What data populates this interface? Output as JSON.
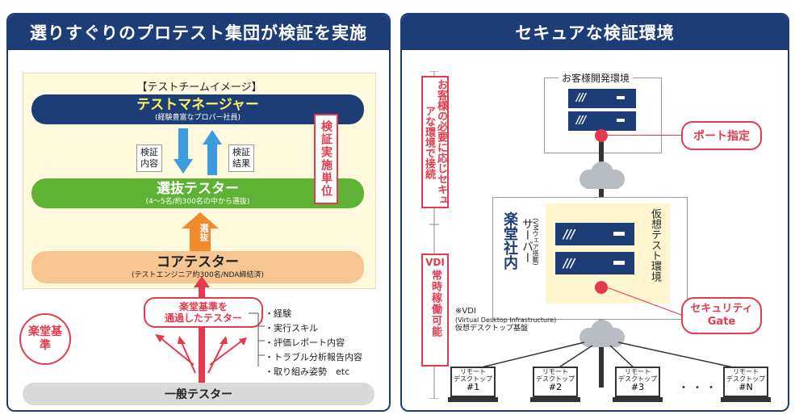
{
  "left": {
    "header": "選りすぐりのプロテスト集団が検証を実施",
    "team_title": "【テストチームイメージ】",
    "manager": {
      "title": "テストマネージャー",
      "sub": "(経験豊富なプロパー社員)"
    },
    "verify_content": [
      "検証",
      "内容"
    ],
    "verify_result": [
      "検証",
      "結果"
    ],
    "unit_label": "検証実施単位",
    "selected": {
      "title": "選抜テスター",
      "sub": "(4〜5名/約300名の中から選抜)"
    },
    "select_arrow": "選抜",
    "core": {
      "title": "コアテスター",
      "sub": "(テストエンジニア約300名/NDA締結済)"
    },
    "criteria_circle": "楽堂基準",
    "passed": [
      "楽堂基準を",
      "通過したテスター"
    ],
    "criteria_list": [
      "・経験",
      "・実行スキル",
      "・評価レポート内容",
      "・トラブル分析報告内容",
      "・取り組み姿勢　etc"
    ],
    "general": "一般テスター"
  },
  "right": {
    "header": "セキュアな検証環境",
    "side_label": "お客様の必要に応じセキュアな環境で接続",
    "vdi_label": "VDI常時稼働可能",
    "vdi_badge": "VDI",
    "vdi_star": "※",
    "customer_env": "お客様開発環境",
    "port": "ポート指定",
    "inside": "楽堂社内",
    "server_label": "サーバー",
    "server_sub": "(VMウェア搭載)",
    "virtual_env": "仮想テスト環境",
    "gate": [
      "セキュリティ",
      "Gate"
    ],
    "vdi_note": [
      "※VDI",
      "(Virtual Desktop Infrastructure)",
      "仮想デスクトップ基盤"
    ],
    "remote": [
      {
        "label": "リモート\nデスクトップ",
        "num": "#1"
      },
      {
        "label": "リモート\nデスクトップ",
        "num": "#2"
      },
      {
        "label": "リモート\nデスクトップ",
        "num": "#3"
      },
      {
        "label": "リモート\nデスクトップ",
        "num": "#N"
      }
    ],
    "dots": "・・・",
    "server_stripes": "///"
  },
  "colors": {
    "navy": "#1d3d76",
    "green": "#5eb234",
    "orange": "#f7c591",
    "red": "#e5394d",
    "blue_arrow": "#3d9be0",
    "orange_arrow": "#f08a2a"
  }
}
